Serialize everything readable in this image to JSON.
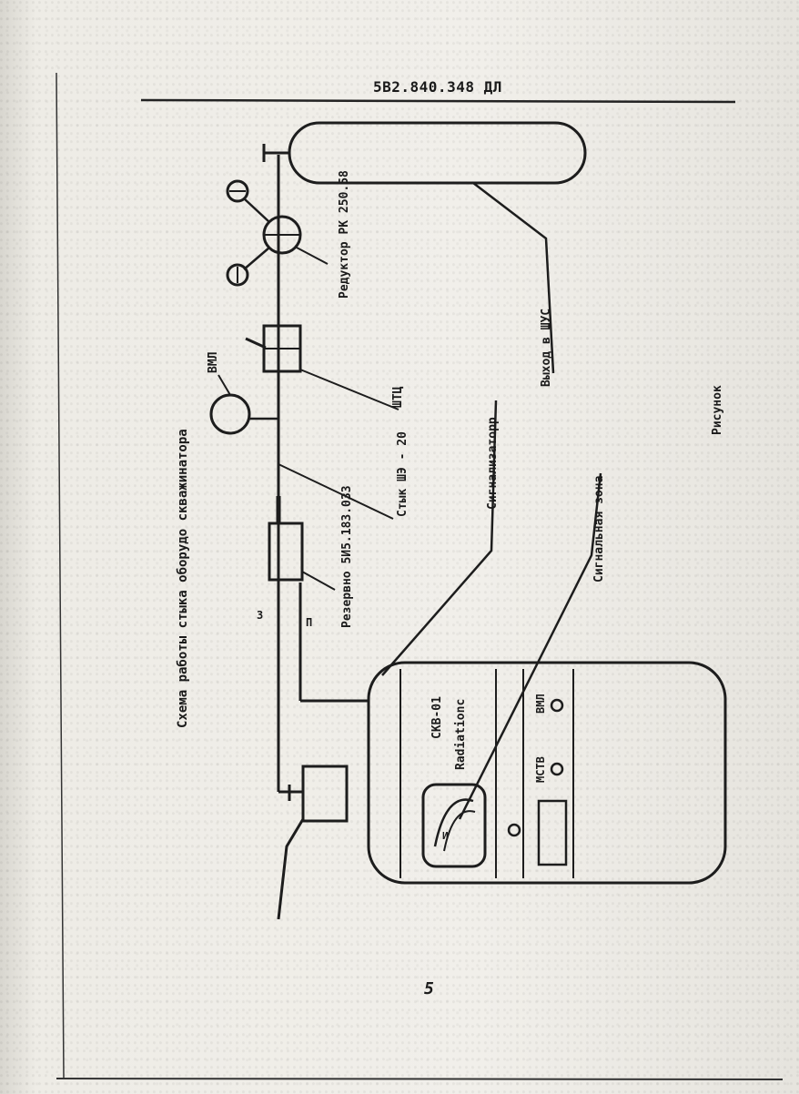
{
  "header": {
    "doc_code": "5В2.840.348 ДЛ"
  },
  "diagram": {
    "title": "Схема работы стыка оборудо скважинатора",
    "labels": {
      "reducer": "Редуктор РК 250.58",
      "pig_valve": "ВМЛ",
      "branch": "ШТЦ",
      "hose": "Стык ШЭ - 20",
      "power_to": "Выход в ШУС",
      "regulator": "Резервно 5И5.183.033",
      "signal_zone": "Сигнальная зона",
      "signal_out": "Сигнализаторр",
      "side_label": "Рисунок"
    },
    "panel": {
      "model": "СКВ-01",
      "brand": "Radiationc",
      "left_indicator": "МСТВ",
      "right_indicator": "ВМЛ",
      "meter_symbol": "И"
    },
    "letters": [
      "3",
      "П"
    ]
  },
  "footer": {
    "page_number": "5"
  }
}
